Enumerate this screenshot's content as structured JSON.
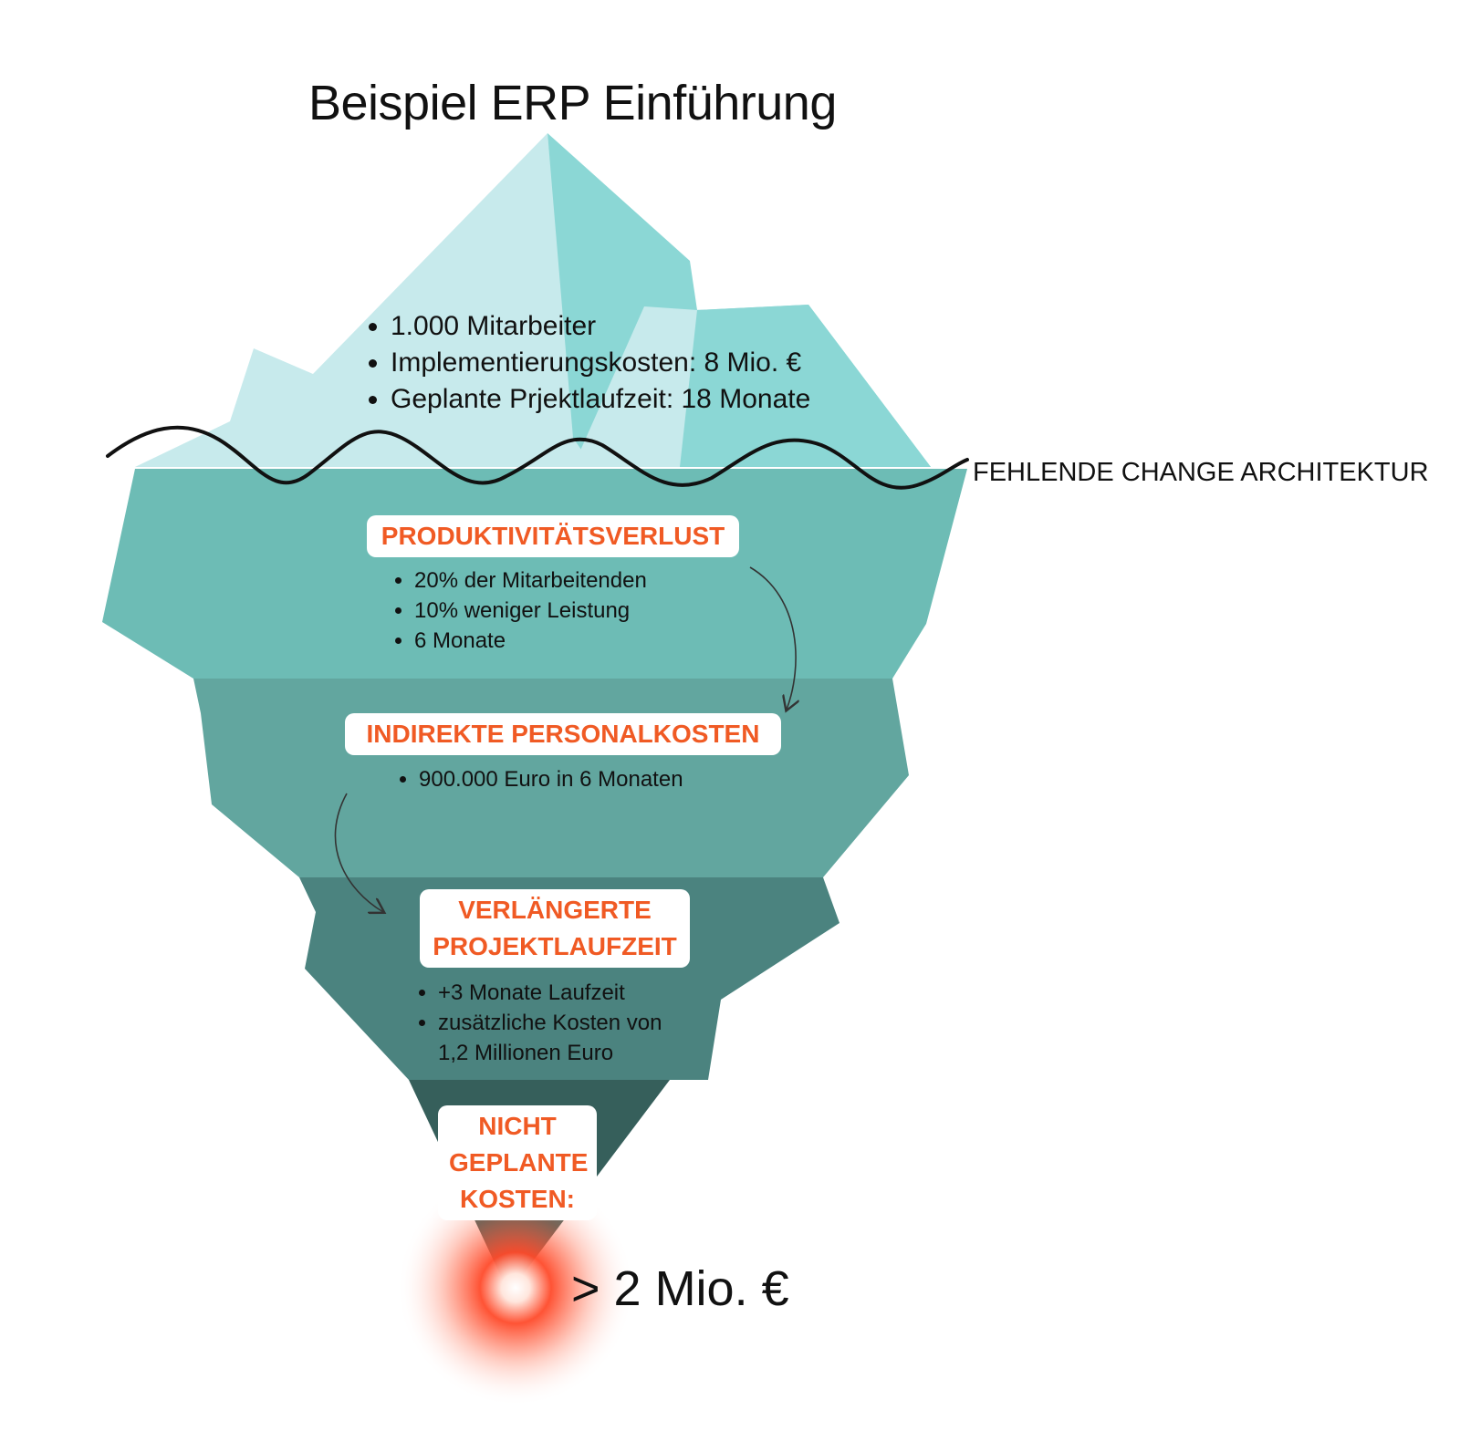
{
  "title": "Beispiel ERP Einführung",
  "visible_costs": [
    "1.000 Mitarbeiter",
    "Implementierungskosten: 8 Mio. €",
    "Geplante Prjektlaufzeit: 18 Monate"
  ],
  "waterline_label": "FEHLENDE CHANGE ARCHITEKTUR",
  "layers": [
    {
      "label": "PRODUKTIVITÄTSVERLUST",
      "bullets": [
        "20% der Mitarbeitenden",
        "10% weniger Leistung",
        "6 Monate"
      ]
    },
    {
      "label": "INDIREKTE PERSONALKOSTEN",
      "bullets": [
        "900.000 Euro  in 6 Monaten"
      ]
    },
    {
      "label_lines": [
        "VERLÄNGERTE",
        "PROJEKTLAUFZEIT"
      ],
      "bullets": [
        "+3 Monate Laufzeit",
        "zusätzliche Kosten von",
        "1,2 Millionen Euro"
      ]
    },
    {
      "label_lines": [
        "NICHT",
        "GEPLANTE",
        "KOSTEN:"
      ]
    }
  ],
  "total": "> 2 Mio. €",
  "colors": {
    "ice_light": "#c7eaec",
    "ice_mid": "#8bd7d5",
    "water_1": "#6dbcb5",
    "water_2": "#62a69f",
    "water_3": "#4b837f",
    "water_4": "#365f5b",
    "label_text": "#f05a24",
    "glow": "#ff4a2a"
  }
}
